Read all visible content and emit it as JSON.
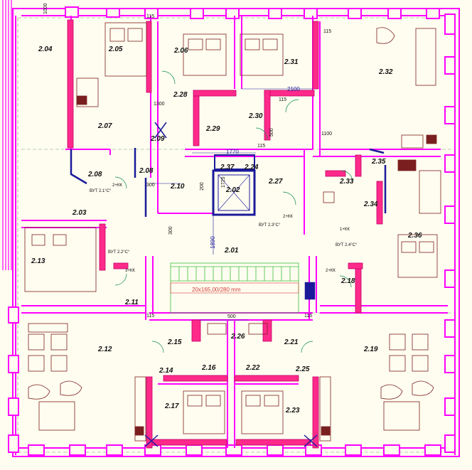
{
  "colors": {
    "background": "#fffdf0",
    "wall": "#ff00ff",
    "wall_fill": "#ff2a8a",
    "furniture": "#7a1f1f",
    "dimension": "#1a1a9a",
    "stair": "#3bbf3b",
    "grid": "#5a9c5a"
  },
  "rooms": {
    "r204": "2.04",
    "r205": "2.05",
    "r206": "2.06",
    "r207": "2.07",
    "r208": "2.08",
    "r209": "2.09",
    "r210": "2.10",
    "r211": "2.11",
    "r212": "2.12",
    "r213": "2.13",
    "r214": "2.14",
    "r215": "2.15",
    "r216": "2.16",
    "r217": "2.17",
    "r218": "2.18",
    "r219": "2.19",
    "r221": "2.21",
    "r222": "2.22",
    "r223": "2.23",
    "r224": "2.24",
    "r225": "2.25",
    "r226": "2.26",
    "r227": "2.27",
    "r228": "2.28",
    "r229": "2.29",
    "r230": "2.30",
    "r231": "2.31",
    "r232": "2.32",
    "r233": "2.33",
    "r234": "2.34",
    "r235": "2.35",
    "r236": "2.36",
    "r237": "2.37",
    "r201": "2.01",
    "r202": "2.02",
    "r203": "2.03",
    "r208b": "2.08"
  },
  "dimensions": {
    "d1000": "1000",
    "d115a": "115",
    "d115b": "115",
    "d115c": "115",
    "d115d": "115",
    "d115e": "115",
    "d115f": "115",
    "d2100": "2100",
    "d1770": "1770",
    "d1725": "1725",
    "d1890": "1890",
    "d300a": "300",
    "d300b": "300",
    "d500a": "500",
    "d500b": "500",
    "d200": "200",
    "d1300": "1300",
    "d1100": "1100"
  },
  "labels": {
    "byt21": "ВУТ 2.1°С°",
    "byt22": "ВУТ 2.2°С°",
    "byt23": "ВУТ 2.3°С°",
    "byt24": "ВУТ 2.4°С°",
    "kk1": "2+КК",
    "kk2": "3+КК",
    "kk3": "2+КК",
    "kk4": "1+КК",
    "kk5": "2+КК",
    "stair_note": "20x165,00/280 mm"
  }
}
